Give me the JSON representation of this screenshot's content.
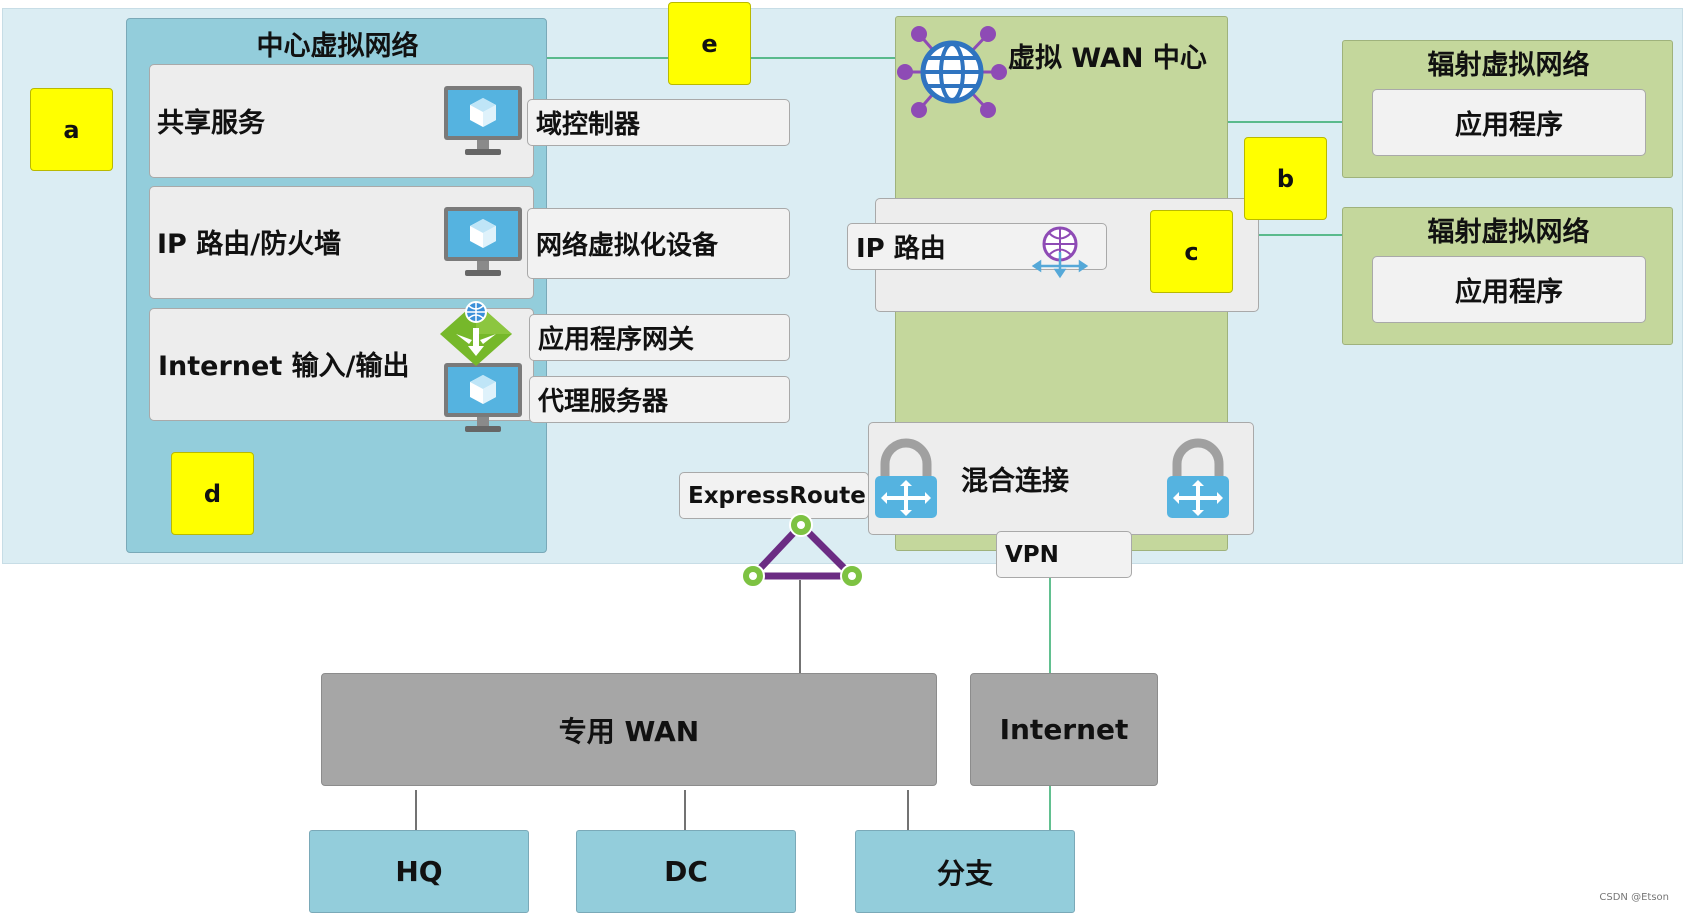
{
  "hub_vnet": {
    "title": "中心虚拟网络",
    "shared_services": "共享服务",
    "ip_routing_firewall": "IP 路由/防火墙",
    "internet_io": "Internet 输入/输出"
  },
  "hub_items": {
    "domain_controller": "域控制器",
    "nva": "网络虚拟化设备",
    "app_gateway": "应用程序网关",
    "proxy": "代理服务器"
  },
  "virtual_wan": {
    "title": "虚拟 WAN 中心",
    "ip_routing": "IP 路由",
    "hybrid": "混合连接",
    "expressroute": "ExpressRoute",
    "vpn": "VPN"
  },
  "spokes": [
    {
      "title": "辐射虚拟网络",
      "app": "应用程序"
    },
    {
      "title": "辐射虚拟网络",
      "app": "应用程序"
    }
  ],
  "callouts": {
    "a": "a",
    "b": "b",
    "c": "c",
    "d": "d",
    "e": "e"
  },
  "onprem": {
    "private_wan": "专用 WAN",
    "internet": "Internet",
    "hq": "HQ",
    "dc": "DC",
    "branch": "分支"
  },
  "watermark": "CSDN @Etson",
  "colors": {
    "azure_background": "#dbedf3",
    "hub_blue": "#93cddb",
    "vwan_green": "#c4d79c",
    "callout_yellow": "#ffff00",
    "line_green": "#2eaa6a",
    "expressroute_purple": "#6b2c83"
  }
}
